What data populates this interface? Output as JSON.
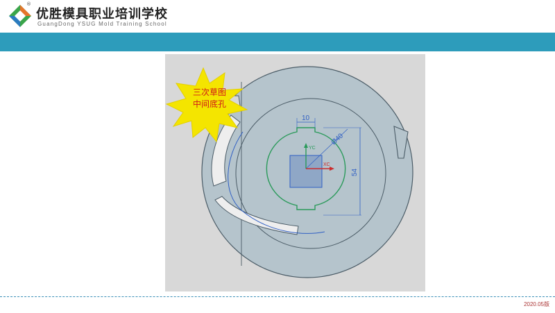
{
  "header": {
    "brand_cn": "优胜模具职业培训学校",
    "brand_en": "GuangDong YSUG Mold Training School",
    "registered_mark": "®",
    "logo_icon": "ysug-logo-icon"
  },
  "figure": {
    "callout_line1": "三次草图",
    "callout_line2": "中间底孔",
    "dim_width": "10",
    "dim_diameter": "Ø40",
    "dim_height": "54",
    "axis_y": "YC",
    "axis_x": "XC",
    "colors": {
      "part": "#b4c3cb",
      "sketch": "#2a9a5a",
      "dimension": "#2f5fc4",
      "callout_fill": "#f4e500",
      "callout_text": "#d01818"
    }
  },
  "footer": {
    "version": "2020.05版"
  }
}
